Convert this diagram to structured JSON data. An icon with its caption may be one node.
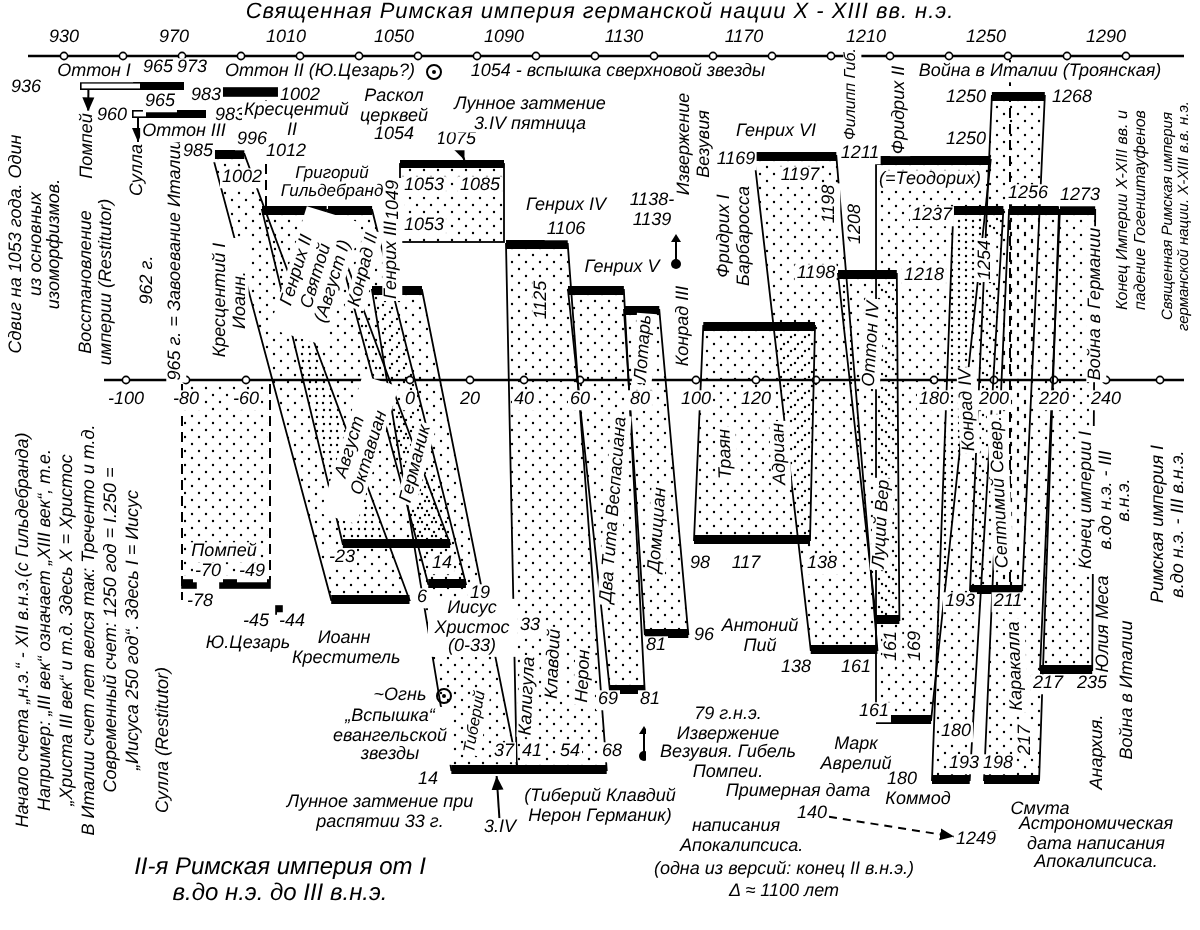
{
  "diagram": {
    "title": "Священная Римская империя германской нации X - XIII вв. н.э.",
    "caption": "II-я Римская империя от I в.до н.э. до III в.н.э.",
    "nodes": [
      {
        "text": [
          "Кресцентий I Иоанн."
        ]
      },
      {
        "text": [
          "Генрих II Святой (Август I)",
          "Август Октавиан"
        ]
      },
      {
        "text": [
          "Конрад II",
          "Германик"
        ]
      },
      {
        "text": [
          "Тиберий"
        ]
      },
      {
        "text": [
          "Калигула",
          "Клавдий",
          "Нерон"
        ]
      },
      {
        "text": [
          "Два Тита Веспасиана"
        ]
      },
      {
        "text": [
          "Лотарь",
          "Домициан"
        ]
      },
      {
        "text": [
          "Траян",
          "Адриан"
        ]
      },
      {
        "text": [],
        "shape": "band"
      },
      {
        "text": [
          "Оттон IV",
          "Луций Вер"
        ]
      },
      {
        "text": [],
        "shape": "band"
      },
      {
        "text": [
          "Конрад IV"
        ]
      },
      {
        "text": [
          "Септимий Север."
        ]
      },
      {
        "text": [
          "Каракалла"
        ]
      },
      {
        "text": [],
        "shape": "band"
      },
      {
        "text": [
          "1075"
        ]
      },
      {
        "text": [
          "1053",
          "1085"
        ]
      },
      {
        "text": [
          "3.IV"
        ]
      },
      {
        "text": [
          "140"
        ]
      },
      {
        "text": [
          "1249"
        ]
      },
      {
        "text": [
          "Помпей"
        ]
      },
      {
        "text": [
          "Сулла"
        ]
      },
      {
        "text": [],
        "shape": "bar"
      },
      {
        "text": [],
        "shape": "bar"
      }
    ],
    "edges": [
      {
        "from": 15,
        "to": 16,
        "arrow": "to"
      },
      {
        "from": 17,
        "to": 3,
        "arrow": "to"
      },
      {
        "from": 18,
        "to": 19,
        "arrow": "to",
        "style": "dashed"
      },
      {
        "from": 22,
        "to": 20,
        "arrow": "to"
      },
      {
        "from": 23,
        "to": 21,
        "arrow": "to"
      }
    ],
    "labels": [
      "930",
      "970",
      "1010",
      "1050",
      "1090",
      "1130",
      "1170",
      "1210",
      "1250",
      "1290",
      "Оттон I",
      "965",
      "973",
      "Оттон II (Ю.Цезарь?)",
      "1054 - вспышка сверхновой звезды",
      "Война в Италии (Троянская)",
      "936",
      "Сдвиг на 1053 года. Один из основных изоморфизмов.",
      "Восстановление империи (Restitutor)",
      "962 г.",
      "965 г. = Завоевание Италии",
      "983",
      "1002",
      "965",
      "960",
      "983",
      "Оттон III",
      "Кресцентий II",
      "Раскол церквей 1054",
      "Лунное затмение 3.IV пятница",
      "985",
      "996",
      "1012",
      "Григорий Гильдебранд",
      "1002",
      "1053",
      "1049",
      "Генрих III",
      "Генрих IV",
      "1106",
      "Генрих V",
      "1125",
      "1138-1139",
      "Извержение Везувия",
      "Конрад III",
      "Фридрих I Барбаросса",
      "Генрих VI",
      "1169",
      "1197",
      "1198",
      "Филипп Гиб.",
      "1208",
      "1211",
      "1250",
      "(=Теодорих)",
      "Фридрих II",
      "1237",
      "1254",
      "1198",
      "1218",
      "1250",
      "1268",
      "1256",
      "1273",
      "Война в Германии",
      "Конец Империи X-XIII вв. и падение Гогенштауфенов",
      "Священная Римская империя германской нации. X-XIII в.в. н.э.",
      "-100",
      "-80",
      "-60",
      "0",
      "20",
      "40",
      "60",
      "80",
      "100",
      "120",
      "180",
      "200",
      "220",
      "240",
      "Начало счета „н.э.“ - XII в.н.э.(с Гильдебранда)",
      "Например: „III век“ означает „XIII век“, т.е.",
      "„Христа III век“ и т.д. Здесь X = Христос",
      "В Италии счет лет велся так: Треченто и т.д.",
      "Современный счет: 1250 год = I.250 =",
      "„Иисуса 250 год“. Здесь I = Иисус",
      "Сулла (Restitutor)",
      "Помпей",
      "-70",
      "-49",
      "-78",
      "-45",
      "-44",
      "Ю.Цезарь",
      "-23",
      "14",
      "6",
      "19",
      "Иоанн Креститель",
      "Иисус Христос (0-33)",
      "33",
      "~Огнь",
      "„Вспышка“ евангельской звезды",
      "14",
      "37",
      "41",
      "54",
      "68",
      "Лунное затмение при распятии 33 г.",
      "(Тиберий Клавдий Нерон Германик)",
      "69",
      "81",
      "81",
      "96",
      "79 г.н.э. Извержение Везувия. Гибель Помпеи.",
      "98",
      "117",
      "138",
      "Антоний Пий",
      "138",
      "161",
      "161",
      "169",
      "161",
      "Марк Аврелий",
      "180",
      "180",
      "Коммод",
      "193",
      "198",
      "217",
      "Смута",
      "193",
      "211",
      "217",
      "235",
      "Юлия Меса",
      "Анархия.",
      "Война в Италии",
      "Конец империи I в.до н.э. - III в.н.э.",
      "Римская империя I в.до н.э. - III в.н.э.",
      "Примерная дата",
      "написания Апокалипсиса.",
      "(одна из версий: конец II в.н.э.)",
      "Δ ≈ 1100 лет",
      "Астрономическая дата написания Апокалипсиса."
    ]
  }
}
